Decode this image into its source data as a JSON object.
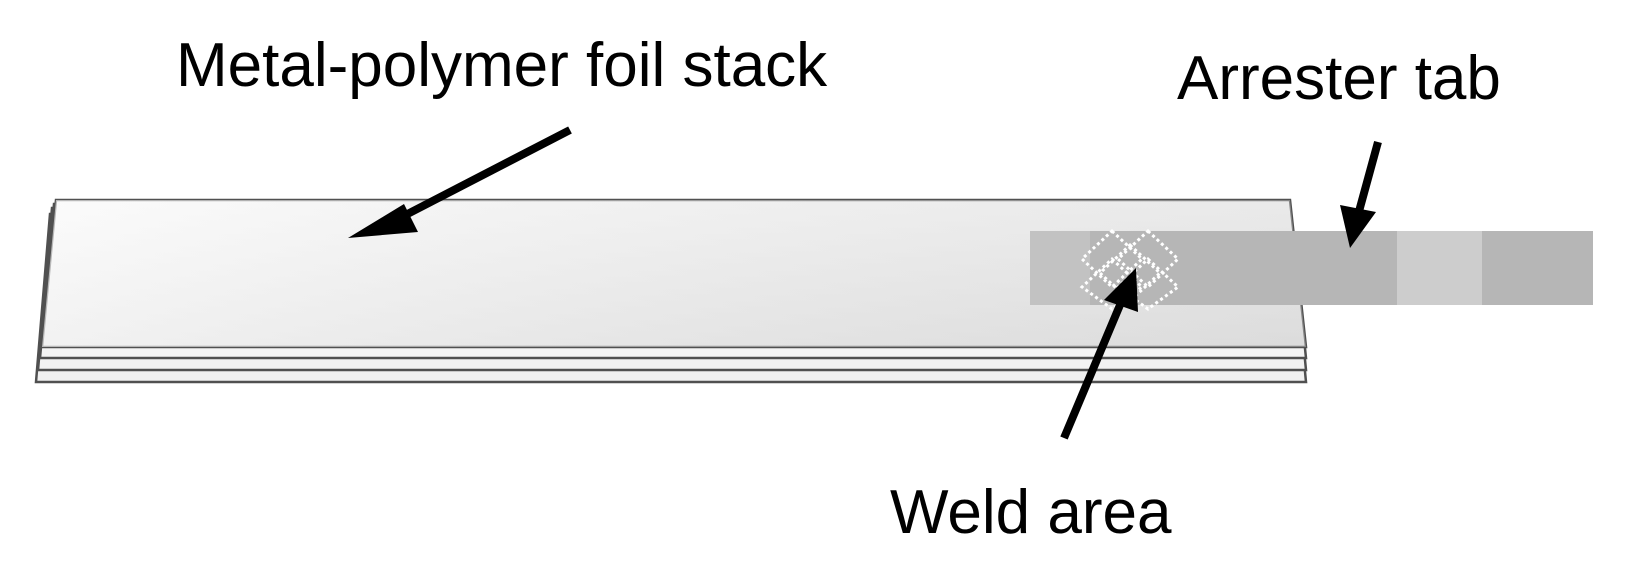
{
  "labels": {
    "foil_stack": "Metal-polymer foil stack",
    "arrester_tab": "Arrester tab",
    "weld_area": "Weld area"
  },
  "colors": {
    "foil_fill_top": "#f4f4f4",
    "foil_fill_bottom": "#dcdcdc",
    "foil_outline": "#505050",
    "tab_fill": "#b5b5b5",
    "tab_light_segment": "#cfcfcf",
    "weld_pattern": "#ffffff",
    "arrow": "#000000",
    "text": "#000000"
  }
}
